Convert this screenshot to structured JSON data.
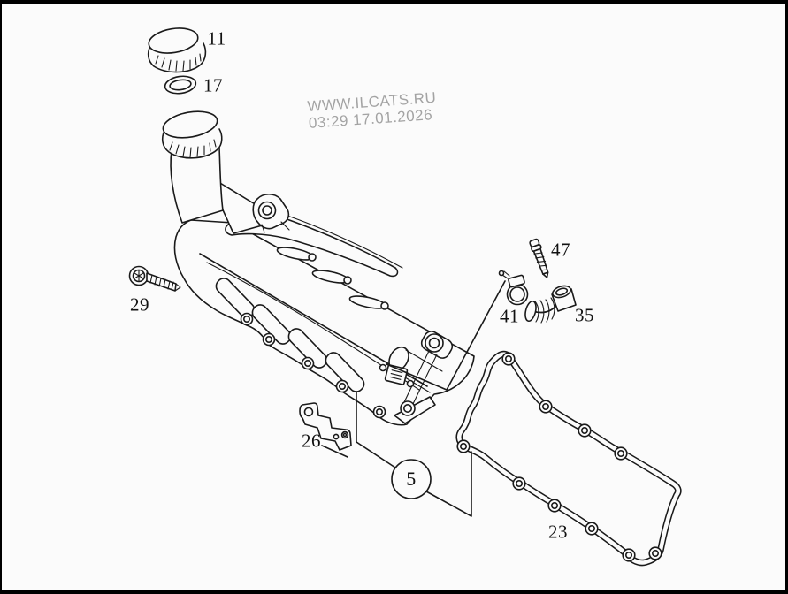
{
  "watermark": {
    "line1": "WWW.ILCATS.RU",
    "line2": "03:29 17.01.2026",
    "color": "#a3a3a3"
  },
  "callouts": {
    "filler_cap": "11",
    "seal_ring": "17",
    "screw": "29",
    "bracket": "26",
    "cover_assembly": "5",
    "gasket": "23",
    "hose_clamp": "41",
    "vent_hose": "35",
    "tapping_screw": "47"
  },
  "style": {
    "line_color": "#1a1a1a",
    "background": "#fbfbfb",
    "border_color": "#000000"
  }
}
